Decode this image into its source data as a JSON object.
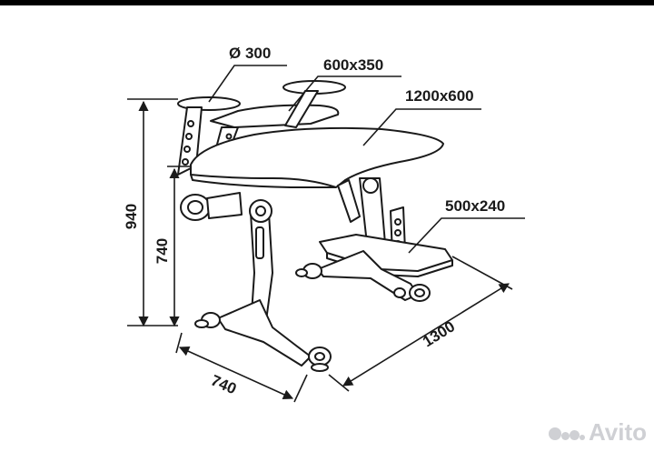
{
  "labels": {
    "diameter": "Ø 300",
    "shelf": "600x350",
    "top": "1200x600",
    "footrest": "500x240",
    "height_total": "940",
    "height_desk": "740",
    "depth": "740",
    "width": "1300"
  },
  "watermark": "Avito",
  "colors": {
    "line": "#1a1a1a",
    "fill": "#ffffff",
    "watermark": "#cfd0d4"
  }
}
